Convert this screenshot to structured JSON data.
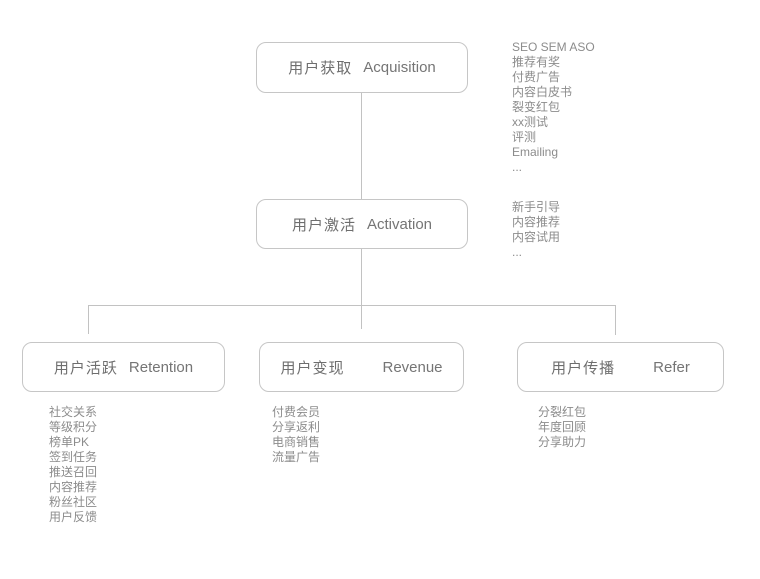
{
  "diagram": {
    "type": "flowchart",
    "model": "AARRR",
    "colors": {
      "background": "#ffffff",
      "node_border": "#c6c6c6",
      "connector": "#c2c2c2",
      "node_text": "#6e6e6e",
      "note_text": "#8c8c8c"
    },
    "nodes": [
      {
        "zh": "用户获取",
        "en": "Acquisition",
        "notes": [
          "SEO SEM ASO",
          "推荐有奖",
          "付费广告",
          "内容白皮书",
          "裂变红包",
          "xx测试",
          "评测",
          "Emailing",
          "..."
        ]
      },
      {
        "zh": "用户激活",
        "en": "Activation",
        "notes": [
          "新手引导",
          "内容推荐",
          "内容试用",
          "..."
        ]
      },
      {
        "zh": "用户活跃",
        "en": "Retention",
        "notes": [
          "社交关系",
          "等级积分",
          "榜单PK",
          "签到任务",
          "推送召回",
          "内容推荐",
          "粉丝社区",
          "用户反馈"
        ]
      },
      {
        "zh": "用户变现",
        "en": "Revenue",
        "notes": [
          "付费会员",
          "分享返利",
          "电商销售",
          "流量广告"
        ]
      },
      {
        "zh": "用户传播",
        "en": "Refer",
        "notes": [
          "分裂红包",
          "年度回顾",
          "分享助力"
        ]
      }
    ]
  }
}
